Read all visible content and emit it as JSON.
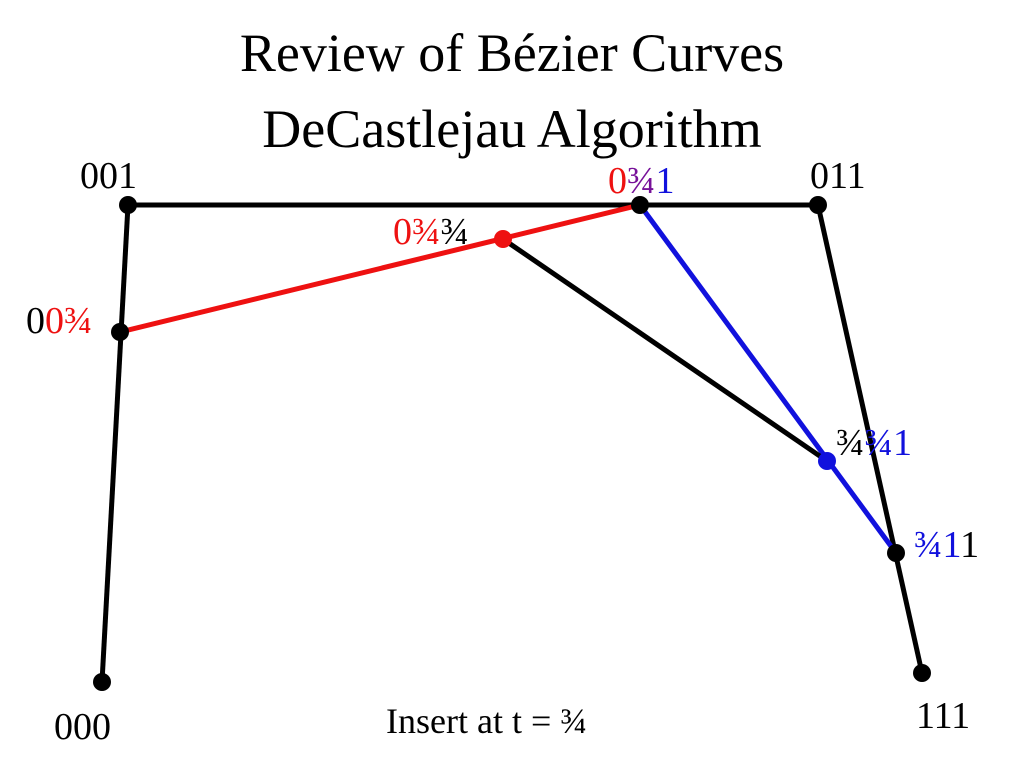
{
  "title": {
    "line1": "Review of Bézier Curves",
    "line2": "DeCastlejau Algorithm"
  },
  "caption": "Insert at t = ¾",
  "colors": {
    "black": "#000000",
    "red": "#ee1111",
    "blue": "#1111dd",
    "purple": "#771199"
  },
  "labels": {
    "p000": [
      {
        "text": "000",
        "color": "black"
      }
    ],
    "p001": [
      {
        "text": "001",
        "color": "black"
      }
    ],
    "p011": [
      {
        "text": "011",
        "color": "black"
      }
    ],
    "p111": [
      {
        "text": "111",
        "color": "black"
      }
    ],
    "p00t": [
      {
        "text": "0",
        "color": "black"
      },
      {
        "text": "0¾",
        "color": "red"
      }
    ],
    "p0t1": [
      {
        "text": "0",
        "color": "red"
      },
      {
        "text": "¾",
        "color": "purple"
      },
      {
        "text": "1",
        "color": "blue"
      }
    ],
    "pt11": [
      {
        "text": "¾",
        "color": "blue"
      },
      {
        "text": "1",
        "color": "blue"
      },
      {
        "text": "1",
        "color": "black"
      }
    ],
    "p0tt": [
      {
        "text": "0¾",
        "color": "red"
      },
      {
        "text": "¾",
        "color": "black"
      }
    ],
    "ptt1": [
      {
        "text": "¾",
        "color": "black"
      },
      {
        "text": "¾1",
        "color": "blue"
      }
    ]
  }
}
